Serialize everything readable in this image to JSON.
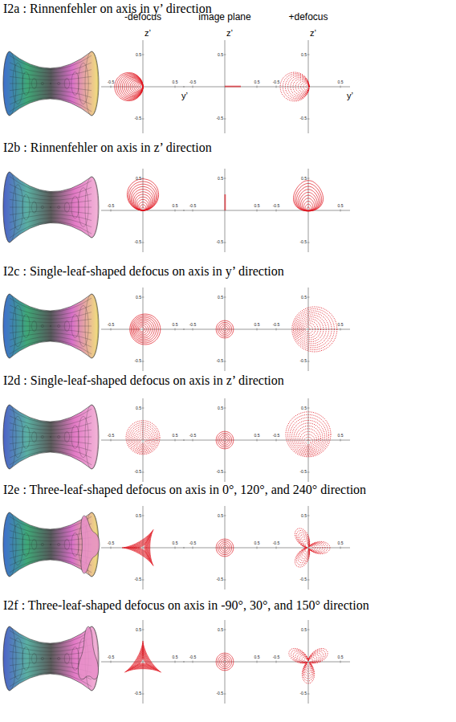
{
  "diagram": {
    "labels": [
      "I2a : Rinnenfehler on axis in y’ direction",
      "-defocus",
      "z’",
      "y’",
      "image plane",
      "z’",
      "+defocus",
      "z’",
      "y’",
      "0.5",
      "-0.5",
      "0.5",
      "-0.5",
      "0.5",
      "-0.5",
      "0.5",
      "-0.5",
      "0.5",
      "-0.5",
      "0.5",
      "-0.5",
      "I2b : Rinnenfehler on axis in z’ direction",
      "0.5",
      "-0.5",
      "0.5",
      "-0.5",
      "0.5",
      "-0.5",
      "0.5",
      "-0.5",
      "0.5",
      "-0.5",
      "0.5",
      "-0.5",
      "I2c : Single-leaf-shaped defocus  on axis in y’ direction",
      "0.5",
      "-0.5",
      "0.5",
      "-0.5",
      "0.5",
      "-0.5",
      "0.5",
      "-0.5",
      "0.5",
      "-0.5",
      "0.5",
      "-0.5",
      "I2d : Single-leaf-shaped defocus  on axis in z’ direction",
      "0.5",
      "-0.5",
      "0.5",
      "-0.5",
      "0.5",
      "-0.5",
      "0.5",
      "-0.5",
      "0.5",
      "-0.5",
      "0.5",
      "-0.5",
      "I2e : Three-leaf-shaped defocus  on axis in 0°, 120°, and 240° direction",
      "0.5",
      "-0.5",
      "0.5",
      "-0.5",
      "0.5",
      "-0.5",
      "0.5",
      "-0.5",
      "0.5",
      "-0.5",
      "0.5",
      "-0.5",
      "I2f : Three-leaf-shaped defocus  on axis in -90°, 30°, and 150° direction",
      "0.5",
      "-0.5",
      "0.5",
      "-0.5",
      "0.5",
      "-0.5",
      "0.5",
      "-0.5",
      "0.5",
      "-0.5",
      "0.5",
      "-0.5"
    ]
  }
}
